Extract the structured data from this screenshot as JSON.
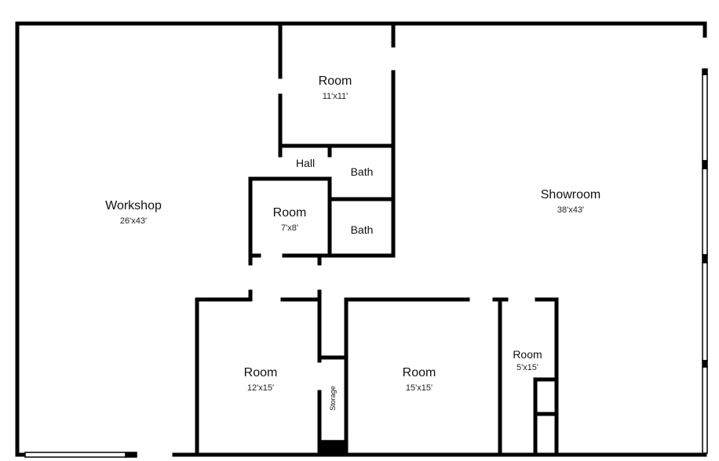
{
  "rooms": {
    "workshop": {
      "name": "Workshop",
      "dims": "26'x43'"
    },
    "room_top": {
      "name": "Room",
      "dims": "11'x11'"
    },
    "hall": {
      "name": "Hall"
    },
    "bath_upper": {
      "name": "Bath"
    },
    "bath_lower": {
      "name": "Bath"
    },
    "room_small": {
      "name": "Room",
      "dims": "7'x8'"
    },
    "showroom": {
      "name": "Showroom",
      "dims": "38'x43'"
    },
    "room_left_bottom": {
      "name": "Room",
      "dims": "12'x15'"
    },
    "storage": {
      "name": "Storage"
    },
    "room_mid_bottom": {
      "name": "Room",
      "dims": "15'x15'"
    },
    "room_right_bottom": {
      "name": "Room",
      "dims": "5'x15'"
    }
  },
  "colors": {
    "wall": "#000000",
    "window": "#9a9a9a",
    "background": "#ffffff"
  }
}
